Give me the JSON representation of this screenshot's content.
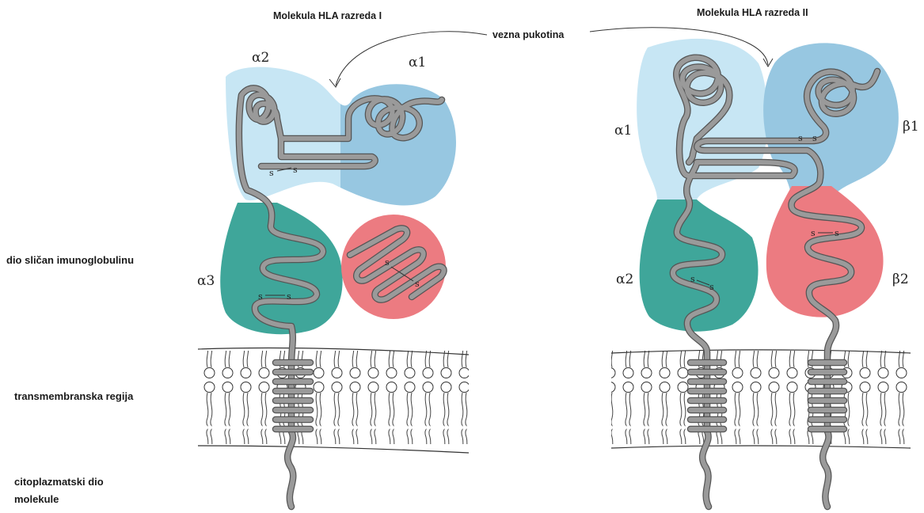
{
  "titles": {
    "class1": "Molekula HLA razreda I",
    "class2": "Molekula HLA razreda II",
    "groove": "vezna pukotina"
  },
  "side_labels": {
    "ig_like": "dio sličan imunoglobulinu",
    "transmembrane": "transmembranska regija",
    "cyto_line1": "citoplazmatski dio",
    "cyto_line2": "molekule"
  },
  "domains": {
    "c1_alpha1": "α1",
    "c1_alpha2": "α2",
    "c1_alpha3": "α3",
    "c2_alpha1": "α1",
    "c2_alpha2": "α2",
    "c2_beta1": "β1",
    "c2_beta2": "β2"
  },
  "disulfide": "s",
  "colors": {
    "light_blue": "#c7e6f4",
    "mid_blue": "#97c7e1",
    "teal": "#3fa69a",
    "pink": "#ec7b81",
    "chain": "#9a9a9a"
  }
}
